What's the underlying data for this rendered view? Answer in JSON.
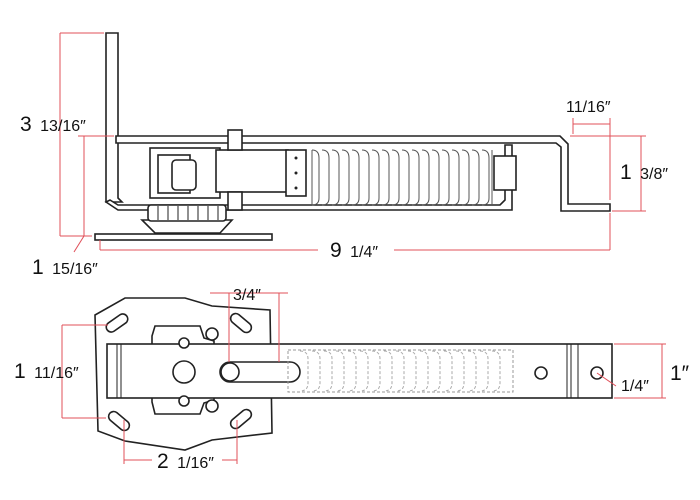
{
  "diagram": {
    "accent_color": "#e0505a",
    "line_color": "#222222",
    "side_view": {
      "overall_height": {
        "whole": "3",
        "fraction": "13/16″"
      },
      "base_height": {
        "whole": "1",
        "fraction": "15/16″"
      },
      "overall_length": {
        "whole": "9",
        "fraction": "1/4″"
      },
      "tab_width": {
        "whole": "",
        "fraction": "11/16″"
      },
      "end_drop": {
        "whole": "1",
        "fraction": "3/8″"
      }
    },
    "top_view": {
      "slot_length": {
        "whole": "",
        "fraction": "3/4″"
      },
      "arm_width": {
        "whole": "1",
        "fraction": "11/16″"
      },
      "hole_spacing": {
        "whole": "2",
        "fraction": "1/16″"
      },
      "hole_diameter": {
        "whole": "",
        "fraction": "1/4″"
      },
      "end_width": {
        "whole": "1″",
        "fraction": ""
      }
    }
  }
}
